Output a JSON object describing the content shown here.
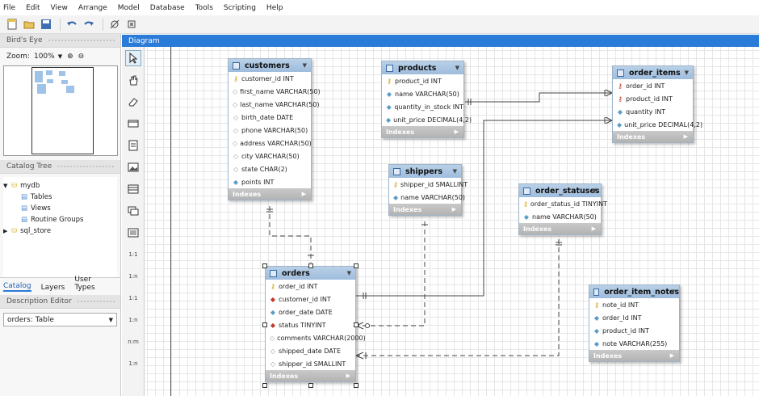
{
  "menu": [
    "File",
    "Edit",
    "View",
    "Arrange",
    "Model",
    "Database",
    "Tools",
    "Scripting",
    "Help"
  ],
  "panels": {
    "birds_eye": "Bird's Eye",
    "zoom_label": "Zoom:",
    "zoom_value": "100%",
    "catalog_tree": "Catalog Tree",
    "description_editor": "Description Editor",
    "description_select": "orders: Table"
  },
  "tree": {
    "schema": "mydb",
    "children": [
      "Tables",
      "Views",
      "Routine Groups"
    ],
    "schema2": "sql_store"
  },
  "bottom_tabs": [
    "Catalog",
    "Layers",
    "User Types"
  ],
  "diagram_tab": "Diagram",
  "vtools": [
    "1:1",
    "1:n",
    "1:1",
    "1:n",
    "n:m",
    "1:n"
  ],
  "footer_label": "Indexes",
  "entities": {
    "customers": {
      "name": "customers",
      "cols": [
        "customer_id INT",
        "first_name VARCHAR(50)",
        "last_name VARCHAR(50)",
        "birth_date DATE",
        "phone VARCHAR(50)",
        "address VARCHAR(50)",
        "city VARCHAR(50)",
        "state CHAR(2)",
        "points INT"
      ]
    },
    "products": {
      "name": "products",
      "cols": [
        "product_id INT",
        "name VARCHAR(50)",
        "quantity_in_stock INT",
        "unit_price DECIMAL(4,2)"
      ]
    },
    "order_items": {
      "name": "order_items",
      "cols": [
        "order_id INT",
        "product_id INT",
        "quantity INT",
        "unit_price DECIMAL(4,2)"
      ]
    },
    "shippers": {
      "name": "shippers",
      "cols": [
        "shipper_id SMALLINT",
        "name VARCHAR(50)"
      ]
    },
    "order_statuses": {
      "name": "order_statuses",
      "cols": [
        "order_status_id TINYINT",
        "name VARCHAR(50)"
      ]
    },
    "orders": {
      "name": "orders",
      "cols": [
        "order_id INT",
        "customer_id INT",
        "order_date DATE",
        "status TINYINT",
        "comments VARCHAR(2000)",
        "shipped_date DATE",
        "shipper_id SMALLINT"
      ]
    },
    "order_item_notes": {
      "name": "order_item_notes",
      "cols": [
        "note_id INT",
        "order_Id INT",
        "product_id INT",
        "note VARCHAR(255)"
      ]
    }
  }
}
